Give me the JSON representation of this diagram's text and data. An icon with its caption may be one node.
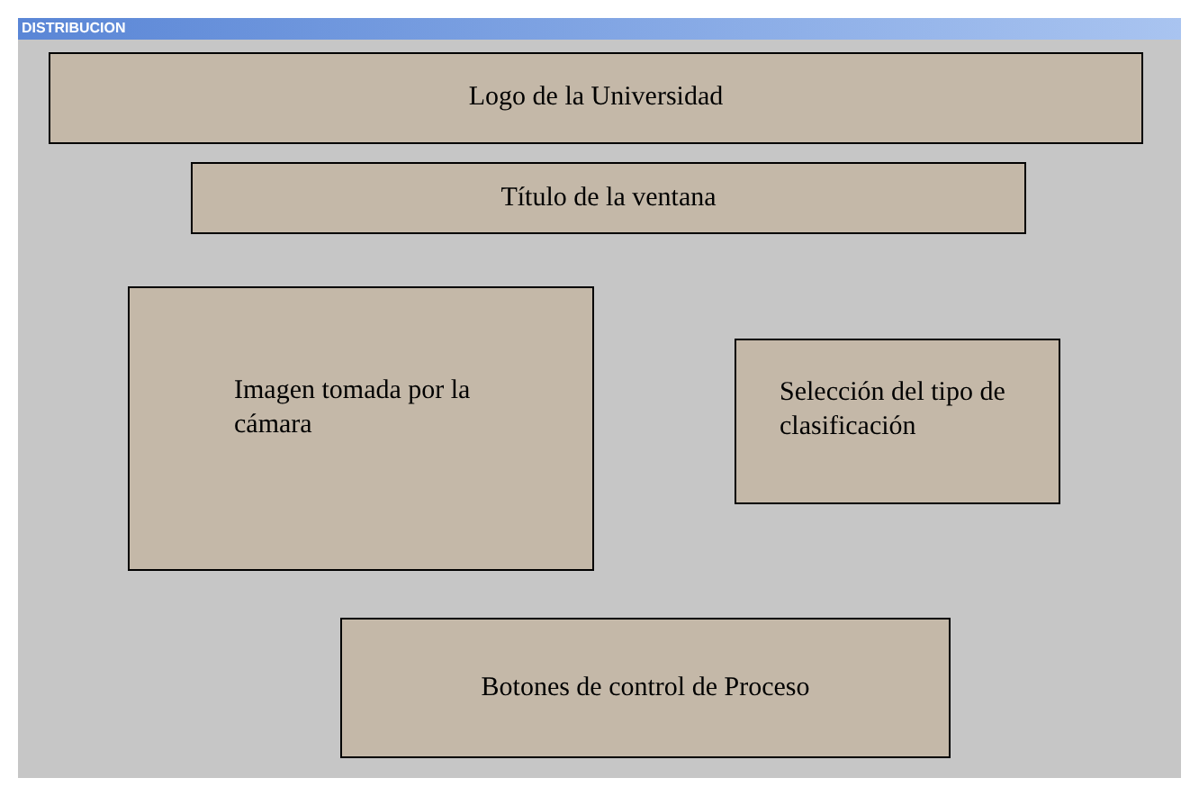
{
  "diagram": {
    "title": "DISTRIBUCION",
    "nodes": [
      {
        "text": [
          "Logo de la Universidad"
        ]
      },
      {
        "text": [
          "Título de la ventana"
        ]
      },
      {
        "text": [
          "Imagen tomada por la cámara"
        ]
      },
      {
        "text": [
          "Selección del tipo de clasificación"
        ]
      },
      {
        "text": [
          "Botones de control de Proceso"
        ]
      }
    ],
    "edges": []
  }
}
